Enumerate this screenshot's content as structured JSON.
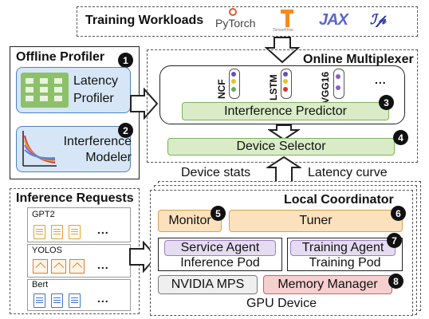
{
  "training": {
    "title": "Training Workloads",
    "logos": [
      "PyTorch",
      "TensorFlow",
      "JAX",
      "DeepSpeed"
    ]
  },
  "offline": {
    "title": "Offline Profiler",
    "latency_label": "Latency Profiler",
    "interference_label": "Interference Modeler"
  },
  "online": {
    "title": "Online Multiplexer",
    "models": [
      "NCF",
      "LSTM",
      "VGG16"
    ],
    "predictor": "Interference Predictor",
    "selector": "Device Selector"
  },
  "flow": {
    "device_stats": "Device stats",
    "latency_curve": "Latency curve"
  },
  "inference": {
    "title": "Inference Requests",
    "groups": [
      {
        "name": "GPT2",
        "more": "..."
      },
      {
        "name": "YOLOS",
        "more": "..."
      },
      {
        "name": "Bert",
        "more": "..."
      }
    ]
  },
  "local": {
    "title": "Local Coordinator",
    "monitor": "Monitor",
    "tuner": "Tuner",
    "service_agent": "Service Agent",
    "inference_pod": "Inference Pod",
    "training_agent": "Training Agent",
    "training_pod": "Training Pod",
    "mps": "NVIDIA MPS",
    "memory_manager": "Memory Manager",
    "gpu_device": "GPU Device"
  },
  "badges": [
    "1",
    "2",
    "3",
    "4",
    "5",
    "6",
    "7",
    "8"
  ],
  "colors": {
    "green": "#d9ecc7",
    "orange": "#fbe2bd",
    "purple": "#e6dcf2",
    "red": "#f6cfcf",
    "blue": "#d7e6f6"
  }
}
